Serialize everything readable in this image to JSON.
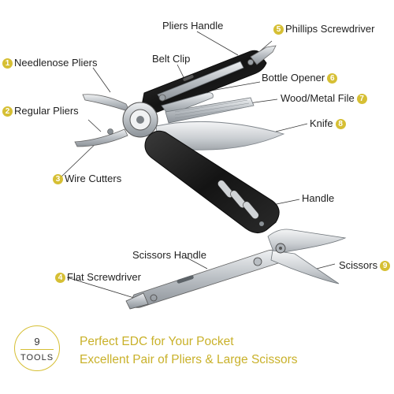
{
  "labels": {
    "pliers_handle": "Pliers Handle",
    "phillips": {
      "num": "5",
      "text": "Phillips Screwdriver"
    },
    "needlenose": {
      "num": "1",
      "text": "Needlenose Pliers"
    },
    "belt_clip": "Belt Clip",
    "bottle_opener": {
      "num": "6",
      "text": "Bottle Opener"
    },
    "regular_pliers": {
      "num": "2",
      "text": "Regular Pliers"
    },
    "wood_file": {
      "num": "7",
      "text": "Wood/Metal File"
    },
    "knife": {
      "num": "8",
      "text": "Knife"
    },
    "wire_cutters": {
      "num": "3",
      "text": "Wire Cutters"
    },
    "handle": "Handle",
    "scissors_handle": "Scissors Handle",
    "scissors": {
      "num": "9",
      "text": "Scissors"
    },
    "flat_screwdriver": {
      "num": "4",
      "text": "Flat Screwdriver"
    }
  },
  "badge": {
    "number": "9",
    "text": "TOOLS"
  },
  "taglines": {
    "line1": "Perfect EDC for Your Pocket",
    "line2": "Excellent Pair of Pliers & Large Scissors"
  },
  "colors": {
    "accent": "#d6bf34",
    "tagline": "#c9b12a",
    "handle": "#1c1c1c",
    "steel": "#c4c8cc"
  }
}
